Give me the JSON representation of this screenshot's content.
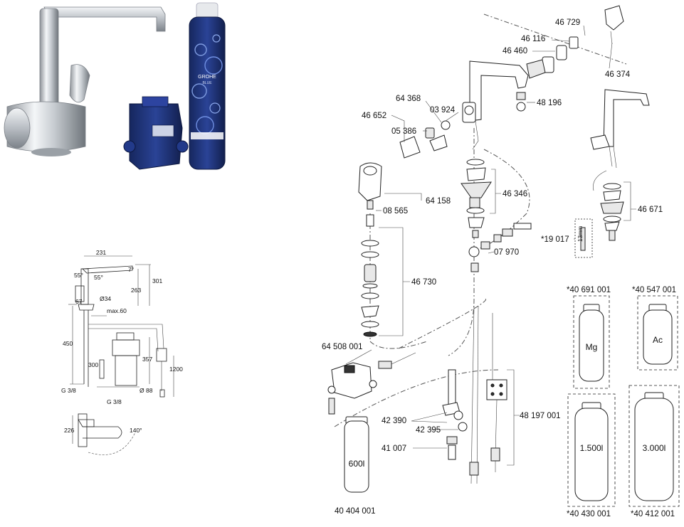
{
  "diagram": {
    "part_labels": [
      "46 729",
      "46 116",
      "46 460",
      "46 374",
      "64 368",
      "03 924",
      "48 196",
      "46 652",
      "05 386",
      "64 158",
      "08 565",
      "46 346",
      "46 671",
      "*19 017",
      "07 970",
      "46 730",
      "64 508 001",
      "42 390",
      "42 395",
      "48 197 001",
      "41 007",
      "40 404 001",
      "*40 691 001",
      "*40 547 001",
      "*40 430 001",
      "*40 412 001"
    ],
    "cartridge_labels": [
      "600l",
      "Mg",
      "Ac",
      "1.500l",
      "3.000l"
    ],
    "dimension_labels": [
      "231",
      "55°",
      "55°",
      "7°",
      "301",
      "263",
      "67",
      "Ø34",
      "max.60",
      "450",
      "300",
      "357",
      "1200",
      "G 3/8",
      "G 3/8",
      "Ø 88",
      "226",
      "140°"
    ],
    "small_text": [
      "13mm"
    ],
    "product_text": [
      "GROHE",
      "BLUE"
    ]
  }
}
